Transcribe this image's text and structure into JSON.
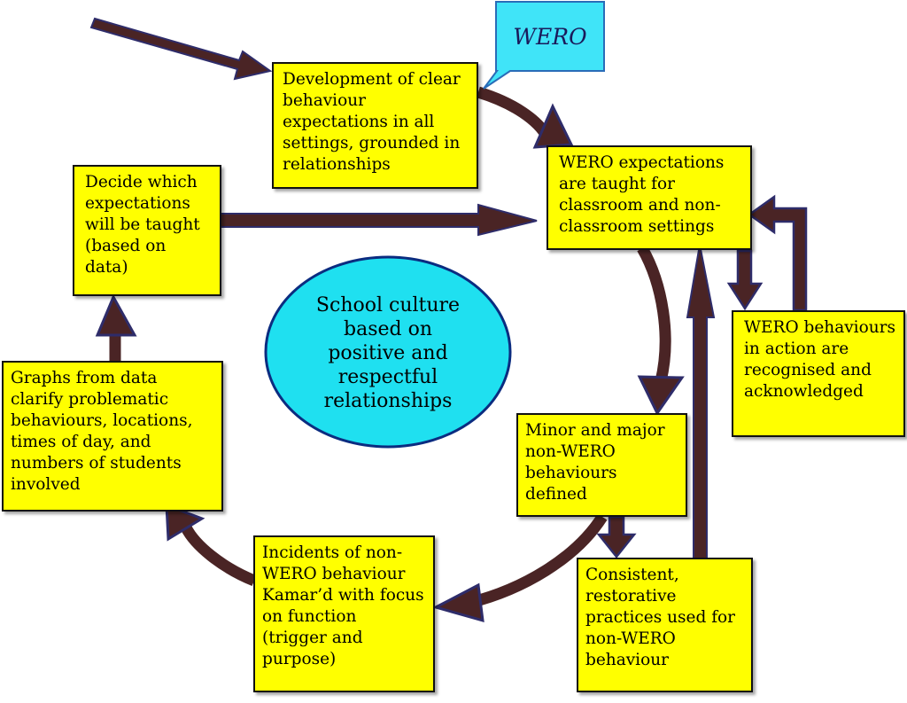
{
  "colors": {
    "box_fill": "#ffff00",
    "box_border": "#111111",
    "arrow_fill": "#4a2425",
    "arrow_stroke": "#2e2c6a",
    "center_fill": "#1fe0f0",
    "center_stroke": "#0b2c80",
    "callout_fill": "#40e4f8",
    "callout_stroke": "#2a6cb8"
  },
  "callout": {
    "text": "WERO"
  },
  "center": {
    "text": "School culture\nbased on\npositive and\nrespectful\nrelationships"
  },
  "boxes": {
    "development": "Development of clear behaviour\nexpectations  in all settings, grounded in relationships",
    "taught": "WERO expectations are taught for classroom and non-classroom settings",
    "decide": "Decide which expectations will be taught (based on data)",
    "recognised": "WERO behaviours in action are recognised and acknowledged",
    "graphs": "Graphs from data clarify problematic behaviours, locations, times of day, and numbers of students involved",
    "minor_major": "Minor and major non-WERO behaviours defined",
    "incidents": "Incidents of non-WERO behaviour Kamar’d with focus on function (trigger and purpose)",
    "consistent": "Consistent, restorative practices used for non-WERO behaviour"
  }
}
